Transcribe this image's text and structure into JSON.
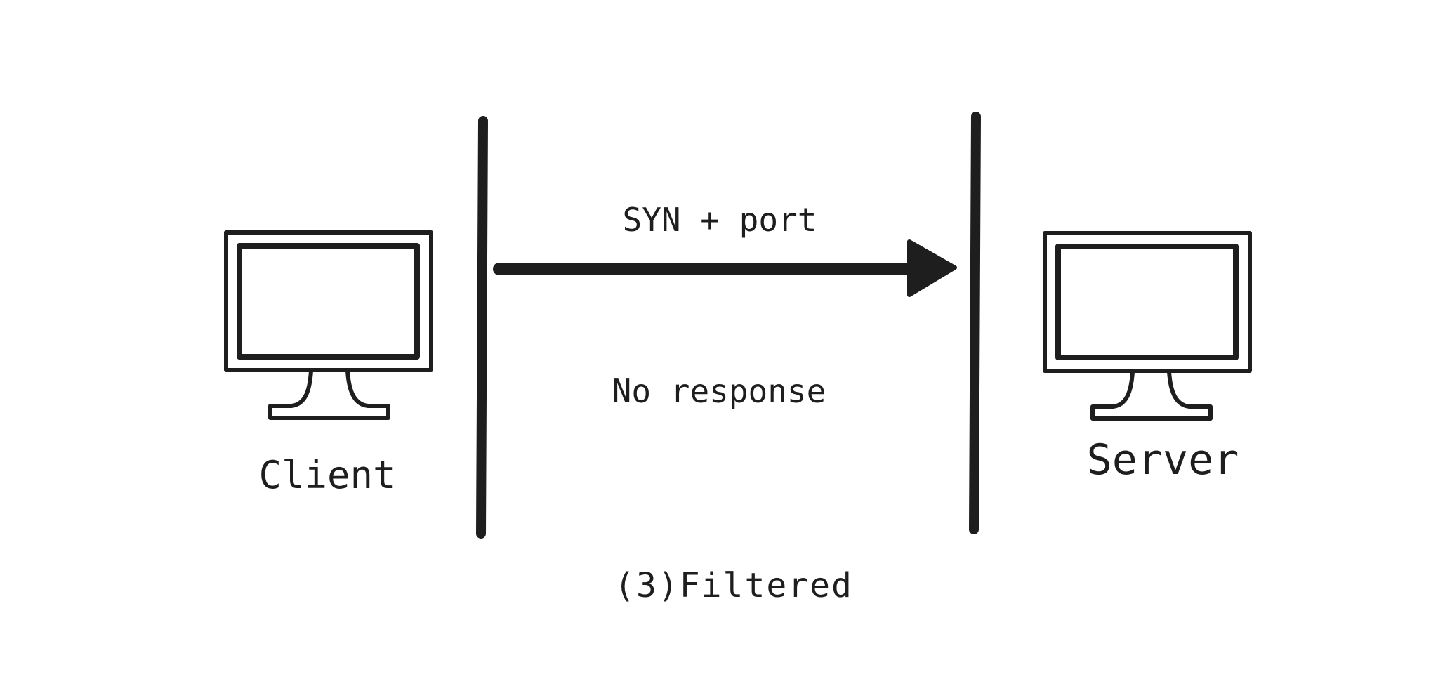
{
  "colors": {
    "ink": "#1e1e1e",
    "background": "#ffffff"
  },
  "icons": {
    "client": "monitor-icon",
    "server": "monitor-icon"
  },
  "labels": {
    "client": "Client",
    "server": "Server",
    "arrow": "SYN + port",
    "response": "No response",
    "caption": "(3)Filtered"
  }
}
